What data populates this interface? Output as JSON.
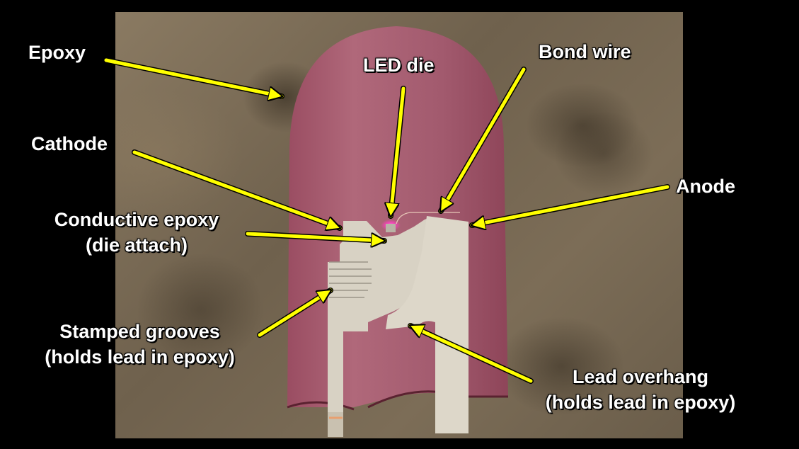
{
  "diagram": {
    "subject": "LED cross-section",
    "colors": {
      "background": "#000000",
      "photo_background": "#7a6b56",
      "epoxy": "#a5566c",
      "lead": "#dcd6c8",
      "arrow": "#ffff00",
      "label_text": "#ffffff",
      "die_glow": "#ff3fc0"
    },
    "labels": {
      "epoxy": "Epoxy",
      "led_die": "LED die",
      "bond_wire": "Bond wire",
      "cathode": "Cathode",
      "anode": "Anode",
      "conductive_epoxy_line1": "Conductive epoxy",
      "conductive_epoxy_line2": "(die attach)",
      "stamped_grooves_line1": "Stamped grooves",
      "stamped_grooves_line2": "(holds lead in epoxy)",
      "lead_overhang_line1": "Lead overhang",
      "lead_overhang_line2": "(holds lead in epoxy)"
    }
  }
}
